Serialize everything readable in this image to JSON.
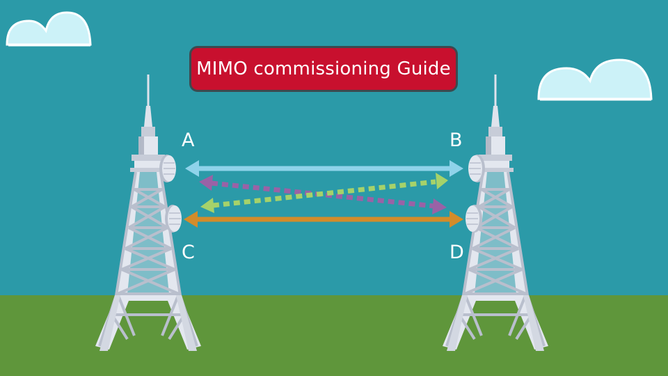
{
  "title": "MIMO commissioning Guide",
  "nodes": {
    "a": "A",
    "b": "B",
    "c": "C",
    "d": "D"
  },
  "colors": {
    "sky": "#2b9aa8",
    "ground": "#5f963b",
    "cloud": "#ccf2f8",
    "title_banner": "#c8102e",
    "link_a_b": "#8fd3ea",
    "link_c_d": "#d38c2a",
    "link_b_c_dotted": "#a6d26a",
    "link_a_d_dotted": "#9a62a6",
    "tower": "#c7ccd8"
  },
  "links": [
    {
      "from": "A",
      "to": "B",
      "style": "solid"
    },
    {
      "from": "C",
      "to": "D",
      "style": "solid"
    },
    {
      "from": "B",
      "to": "C",
      "style": "dotted"
    },
    {
      "from": "A",
      "to": "D",
      "style": "dotted"
    }
  ]
}
